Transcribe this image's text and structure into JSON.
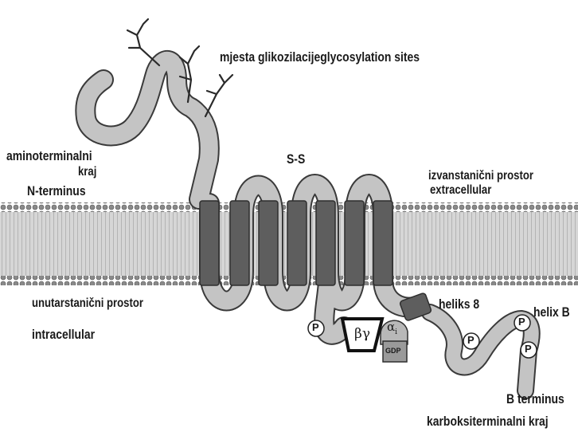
{
  "labels": {
    "glyco_sites": "mjesta glikozilacijeglycosylation sites",
    "aminoterminal_line1": "aminoterminalni",
    "aminoterminal_line2": "kraj",
    "n_terminus": "N-terminus",
    "disulfide": "S-S",
    "extracellular_hr": "izvanstanični prostor",
    "extracellular_en": "extracellular",
    "intracellular_hr": "unutarstanični prostor",
    "intracellular_en": "intracellular",
    "helix8": "heliks 8",
    "helixB": "helix B",
    "b_terminus": "B terminus",
    "carboxyterminal": "karboksiterminalni kraj"
  },
  "markers": {
    "phospho": "P",
    "beta_gamma": "βγ",
    "alpha": "α",
    "alpha_sub": "i",
    "gdp": "GDP"
  },
  "colors": {
    "chain_fill": "#c4c4c4",
    "chain_outline": "#3a3a3a",
    "helix_fill": "#5e5e5e",
    "membrane_band": "#d2d2d2",
    "head_beads": "#7a7a7a",
    "text": "#1a1a1a"
  }
}
